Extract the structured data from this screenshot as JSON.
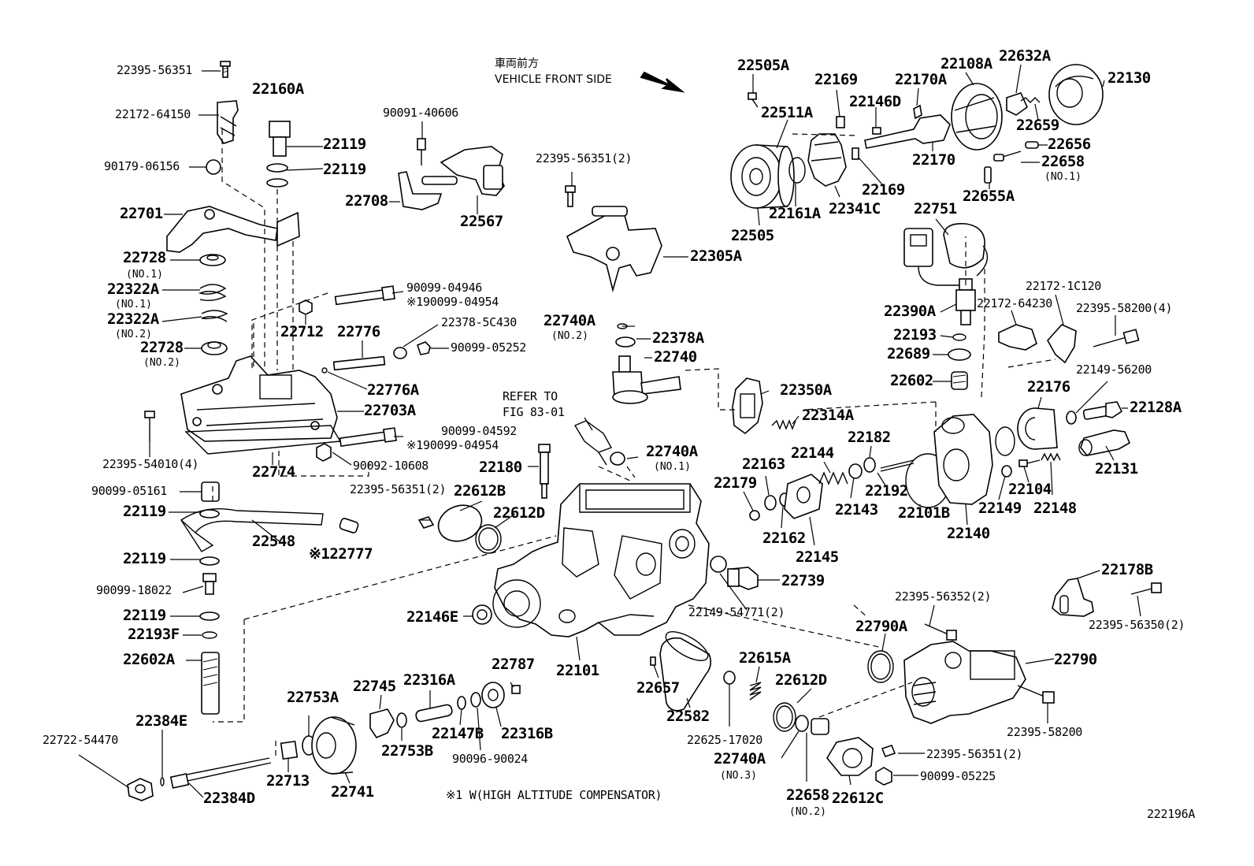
{
  "header": {
    "jp": "車両前方",
    "en": "VEHICLE FRONT SIDE"
  },
  "footnote": "※1 W(HIGH ALTITUDE COMPENSATOR)",
  "figure_id": "222196A",
  "labels": {
    "p22395_56351": "22395-56351",
    "p22172_64150": "22172-64150",
    "p90179_06156": "90179-06156",
    "p22701": "22701",
    "p22728_1": "22728",
    "n_no1_a": "(NO.1)",
    "p22322a_1": "22322A",
    "n_no1_b": "(NO.1)",
    "p22322a_2": "22322A",
    "n_no2_a": "(NO.2)",
    "p22728_2": "22728",
    "n_no2_b": "(NO.2)",
    "p22160a": "22160A",
    "p22119_a": "22119",
    "p22119_b": "22119",
    "p90091_40606": "90091-40606",
    "p22708": "22708",
    "p22567": "22567",
    "p90099_04946": "90099-04946",
    "p190099_04954_a": "※190099-04954",
    "p22712": "22712",
    "p22776": "22776",
    "p22378_5c430": "22378-5C430",
    "p90099_05252": "90099-05252",
    "p22776a": "22776A",
    "p22703a": "22703A",
    "p22395_54010": "22395-54010(4)",
    "p22774": "22774",
    "p90099_04592": "90099-04592",
    "p190099_04954_b": "※190099-04954",
    "p90092_10608": "90092-10608",
    "p90099_05161": "90099-05161",
    "p22119_c": "22119",
    "p22548": "22548",
    "p22777": "※122777",
    "p22119_d": "22119",
    "p90099_18022": "90099-18022",
    "p22119_e": "22119",
    "p22193f": "22193F",
    "p22602a": "22602A",
    "p22384e": "22384E",
    "p22722_54470": "22722-54470",
    "p22384d": "22384D",
    "p22713": "22713",
    "p22753a": "22753A",
    "p22741": "22741",
    "p22745": "22745",
    "p22753b": "22753B",
    "p22316a": "22316A",
    "p22147b": "22147B",
    "p90096_90024": "90096-90024",
    "p22787": "22787",
    "p22316b": "22316B",
    "p22146e": "22146E",
    "p22101": "22101",
    "p22657": "22657",
    "p22582": "22582",
    "p22625_17020": "22625-17020",
    "p22615a": "22615A",
    "p22612d_b": "22612D",
    "p22740a_3": "22740A",
    "n_no3": "(NO.3)",
    "p22658_2": "22658",
    "n_no2_c": "(NO.2)",
    "p22612c": "22612C",
    "p22395_56351_2c": "22395-56351(2)",
    "p90099_05225": "90099-05225",
    "p22395_56351_2b": "22395-56351(2)",
    "p22612b": "22612B",
    "p22612d_a": "22612D",
    "p22180": "22180",
    "refer_to": "REFER TO",
    "fig_83_01": "FIG 83-01",
    "p22740a_1": "22740A",
    "n_no1_c": "(NO.1)",
    "p22740a_2": "22740A",
    "n_no2_d": "(NO.2)",
    "p22378a": "22378A",
    "p22740": "22740",
    "p22739": "22739",
    "p22149_54771": "22149-54771(2)",
    "p22395_56351_2a": "22395-56351(2)",
    "p22305a": "22305A",
    "p22505a": "22505A",
    "p22511a": "22511A",
    "p22505": "22505",
    "p22161a": "22161A",
    "p22341c": "22341C",
    "p22169_a": "22169",
    "p22169_b": "22169",
    "p22146d": "22146D",
    "p22170a": "22170A",
    "p22170": "22170",
    "p22108a": "22108A",
    "p22632a": "22632A",
    "p22130": "22130",
    "p22659": "22659",
    "p22656": "22656",
    "p22658_1": "22658",
    "n_no1_d": "(NO.1)",
    "p22655a": "22655A",
    "p22751": "22751",
    "p22390a": "22390A",
    "p22193": "22193",
    "p22689": "22689",
    "p22602": "22602",
    "p22172_1c120": "22172-1C120",
    "p22172_64230": "22172-64230",
    "p22395_58200_4": "22395-58200(4)",
    "p22149_56200": "22149-56200",
    "p22128a": "22128A",
    "p22176": "22176",
    "p22131": "22131",
    "p22350a": "22350A",
    "p22314a": "22314A",
    "p22182": "22182",
    "p22144": "22144",
    "p22163": "22163",
    "p22179": "22179",
    "p22143": "22143",
    "p22192": "22192",
    "p22101b": "22101B",
    "p22162": "22162",
    "p22145": "22145",
    "p22140": "22140",
    "p22149": "22149",
    "p22104": "22104",
    "p22148": "22148",
    "p22178b": "22178B",
    "p22395_56350": "22395-56350(2)",
    "p22395_56352": "22395-56352(2)",
    "p22790a": "22790A",
    "p22790": "22790",
    "p22395_58200": "22395-58200"
  }
}
